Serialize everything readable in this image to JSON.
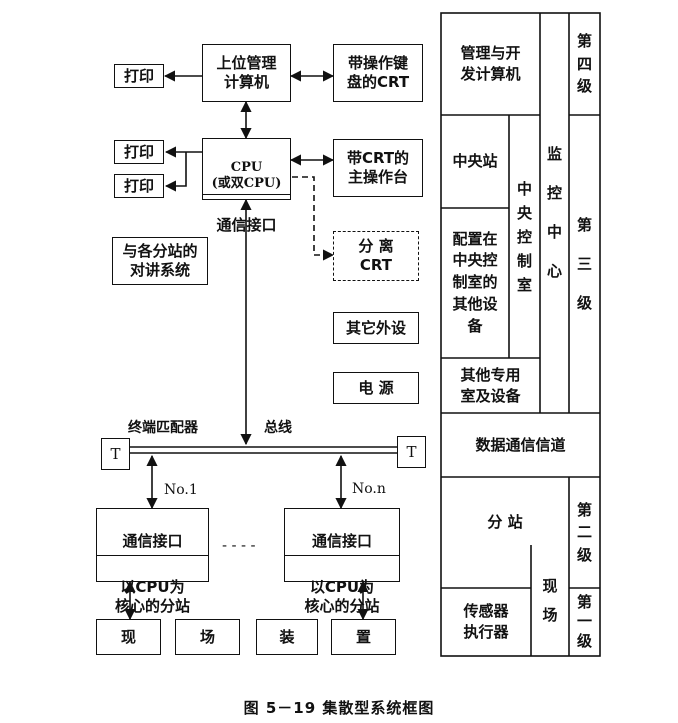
{
  "left": {
    "upper_computer": "上位管理\n计算机",
    "keyboard_crt": "带操作键\n盘的CRT",
    "print_top": "打印",
    "print_mid1": "打印",
    "print_mid2": "打印",
    "cpu": "CPU\n(或双CPU)",
    "comm_interface_top": "通信接口",
    "main_console": "带CRT的\n主操作台",
    "separate_crt": "分 离\nCRT",
    "intercom": "与各分站的\n对讲系统",
    "other_peripherals": "其它外设",
    "power": "电    源",
    "terminal_matcher": "终端匹配器",
    "bus": "总线",
    "t_left": "T",
    "t_right": "T",
    "no1": "No.1",
    "non": "No.n",
    "station1_comm": "通信接口",
    "station1_core": "以CPU为\n核心的分站",
    "stationn_comm": "通信接口",
    "stationn_core": "以CPU为\n核心的分站",
    "ellipsis": "- - - -",
    "field_1": "现",
    "field_2": "场",
    "field_3": "装",
    "field_4": "置"
  },
  "right": {
    "mgmt_dev_computer": "管理与开\n发计算机",
    "central_station": "中央站",
    "central_control_room": "中\n央\n控\n制\n室",
    "equip_in_room": "配置在\n中央控\n制室的\n其他设\n备",
    "special_rooms": "其他专用\n室及设备",
    "monitoring_center": "监\n控\n中\n心",
    "level4": "第\n四\n级",
    "level3": "第\n三\n级",
    "data_channel": "数据通信信道",
    "substation": "分  站",
    "field": "现\n场",
    "sensors": "传感器\n执行器",
    "level2": "第\n二\n级",
    "level1": "第\n一\n级"
  },
  "caption": "图 5－19    集散型系统框图"
}
